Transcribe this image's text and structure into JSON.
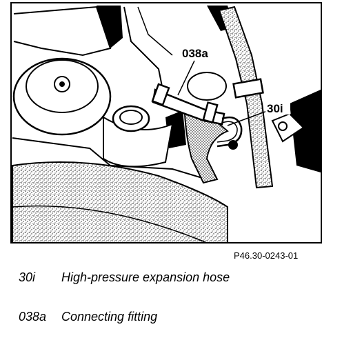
{
  "figure_ref": "P46.30-0243-01",
  "callouts": {
    "fitting": "038a",
    "hose": "30i"
  },
  "legend": [
    {
      "code": "30i",
      "text": "High-pressure expansion hose"
    },
    {
      "code": "038a",
      "text": "Connecting fitting"
    }
  ]
}
